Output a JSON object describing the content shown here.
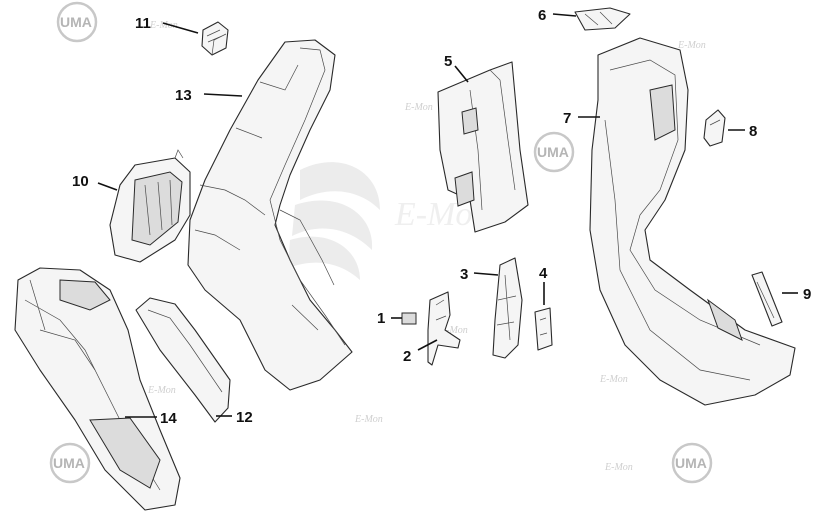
{
  "diagram": {
    "callouts": [
      "1",
      "2",
      "3",
      "4",
      "5",
      "6",
      "7",
      "8",
      "9",
      "10",
      "11",
      "12",
      "13",
      "14"
    ],
    "logo_text": "UMA",
    "watermark_text": "E-Mon",
    "colors": {
      "line": "#2a2a2a",
      "fill": "#f5f5f5",
      "watermark": "#cfcfcf"
    }
  }
}
